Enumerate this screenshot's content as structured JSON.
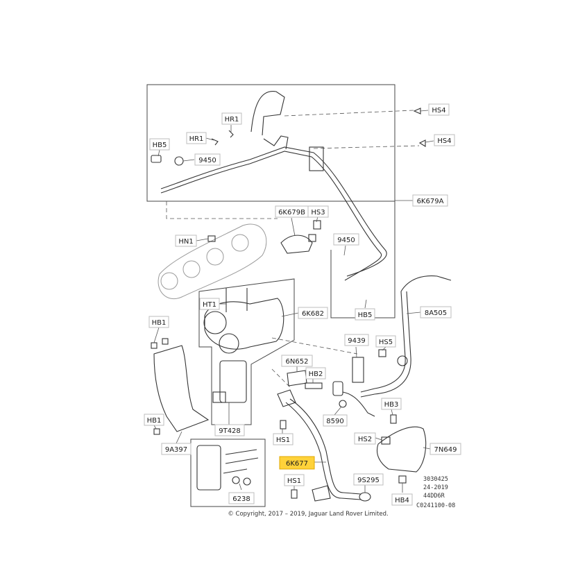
{
  "labels": {
    "HS4_a": "HS4",
    "HS4_b": "HS4",
    "HR1_a": "HR1",
    "HR1_b": "HR1",
    "HB5_a": "HB5",
    "n9450_a": "9450",
    "n6K679A": "6K679A",
    "n6K679B": "6K679B",
    "HS3": "HS3",
    "HN1": "HN1",
    "n9450_b": "9450",
    "HT1": "HT1",
    "n6K682": "6K682",
    "HB5_b": "HB5",
    "n8A505": "8A505",
    "HB1_a": "HB1",
    "n9439": "9439",
    "HS5": "HS5",
    "n6N652": "6N652",
    "HB2": "HB2",
    "HB3": "HB3",
    "n8590": "8590",
    "HB1_b": "HB1",
    "HS1_a": "HS1",
    "n9T428": "9T428",
    "HS2": "HS2",
    "n9A397": "9A397",
    "n7N649": "7N649",
    "n6K677": "6K677",
    "HS1_b": "HS1",
    "n9S295": "9S295",
    "HB4": "HB4",
    "n6238": "6238"
  },
  "meta_lines": [
    "3030425",
    "24-2019",
    "44DD6R",
    "C0241100-08"
  ],
  "copyright": "© Copyright, 2017 – 2019, Jaguar Land Rover Limited.",
  "colors": {
    "highlight": "#ffd23a",
    "line": "#333333",
    "box_border": "#bdbdbd"
  }
}
